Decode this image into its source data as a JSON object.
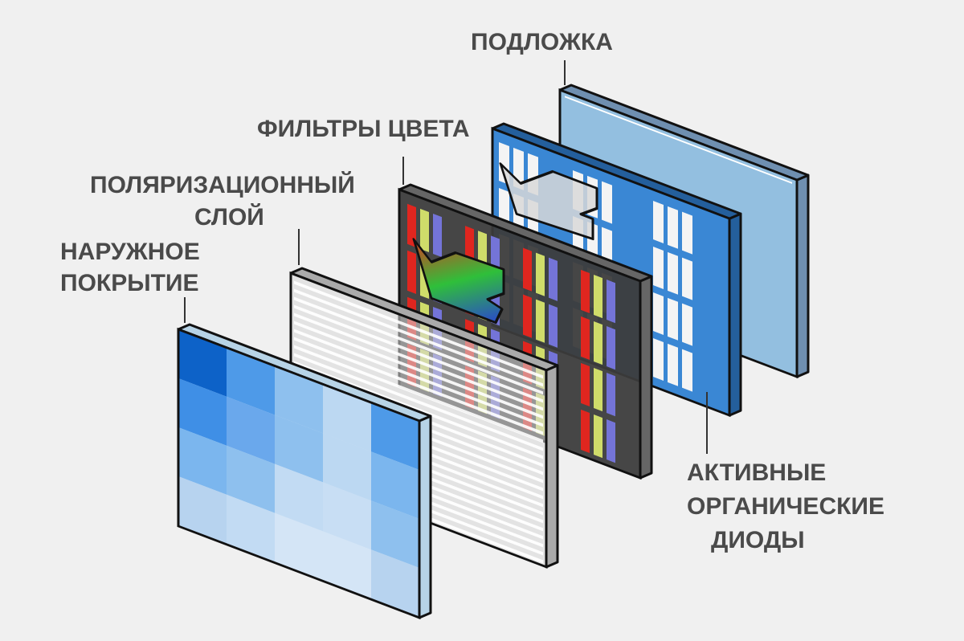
{
  "labels": {
    "substrate": "ПОДЛОЖКА",
    "color_filters": "ФИЛЬТРЫ ЦВЕТА",
    "polarizer_line1": "ПОЛЯРИЗАЦИОННЫЙ",
    "polarizer_line2": "СЛОЙ",
    "outer_coating_line1": "НАРУЖНОЕ",
    "outer_coating_line2": "ПОКРЫТИЕ",
    "oled_line1": "АКТИВНЫЕ",
    "oled_line2": "ОРГАНИЧЕСКИЕ",
    "oled_line3": "ДИОДЫ"
  },
  "colors": {
    "background": "#f0f0f0",
    "text": "#4a4a4a",
    "substrate": "#93bfe0",
    "oled": "#3a87d4",
    "filter_bg": "#3c3c3c",
    "red": "#e0261f",
    "yellow": "#cfdc6a",
    "blue": "#7474d8",
    "polarizer": "#d8d8d8"
  }
}
